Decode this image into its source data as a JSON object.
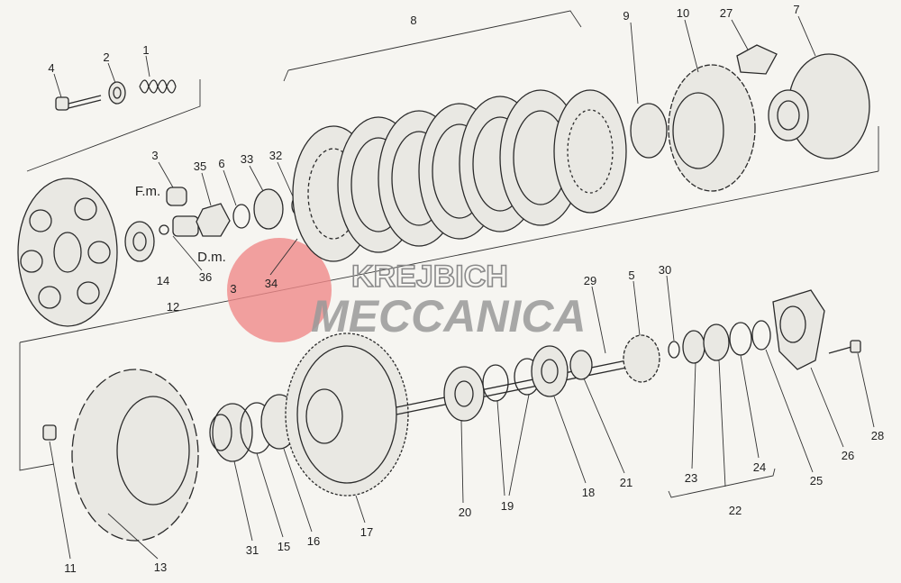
{
  "title": "Clutch assembly exploded view",
  "labels": {
    "l1": "1",
    "l2": "2",
    "l3a": "3",
    "l3b": "3",
    "l4": "4",
    "l5": "5",
    "l6": "6",
    "l7": "7",
    "l8": "8",
    "l9": "9",
    "l10": "10",
    "l11": "11",
    "l12": "12",
    "l13": "13",
    "l14": "14",
    "l15": "15",
    "l16": "16",
    "l17": "17",
    "l18": "18",
    "l19": "19",
    "l20": "20",
    "l21": "21",
    "l22": "22",
    "l23": "23",
    "l24": "24",
    "l25": "25",
    "l26": "26",
    "l27": "27",
    "l28": "28",
    "l29": "29",
    "l30": "30",
    "l31": "31",
    "l32": "32",
    "l33": "33",
    "l34": "34",
    "l35": "35",
    "l36": "36",
    "fm": "F.m.",
    "dm": "D.m."
  },
  "watermark": {
    "line1": "KREJBICH",
    "line2": "MECCANICA",
    "color": "#f08a8a"
  }
}
